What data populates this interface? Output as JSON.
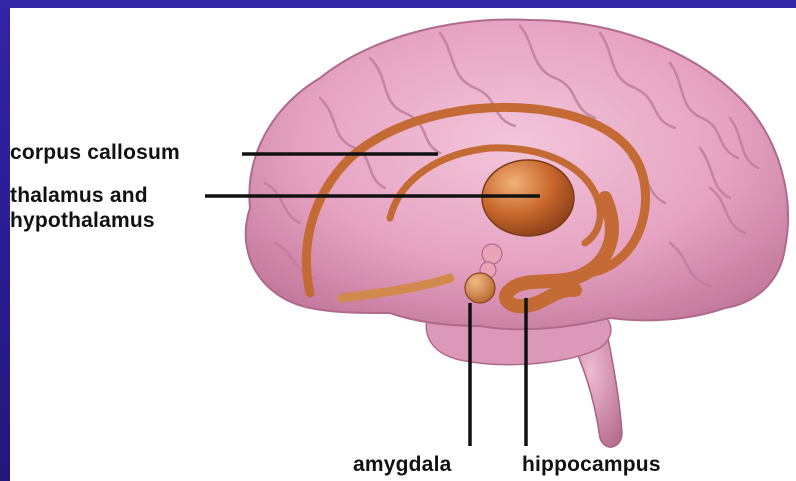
{
  "labels": {
    "corpus_callosum": "corpus callosum",
    "thalamus_line1": "thalamus and",
    "thalamus_line2": "hypothalamus",
    "amygdala": "amygdala",
    "hippocampus": "hippocampus"
  },
  "colors": {
    "frame": "#2a1f8c",
    "brain_pink": "#e9a9c6",
    "structure_orange": "#c9743a",
    "leader_lines": "#111111"
  }
}
